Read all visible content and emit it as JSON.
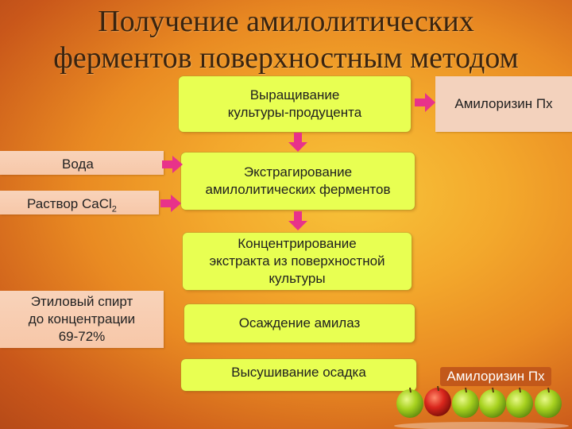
{
  "title": {
    "line1": "Получение амилолитических",
    "line2": "ферментов поверхностным методом"
  },
  "steps": {
    "cultivation_line1": "Выращивание",
    "cultivation_line2": "культуры-продуцента",
    "extraction_line1": "Экстрагирование",
    "extraction_line2": "амилолитических ферментов",
    "concentration_line1": "Концентрирование",
    "concentration_line2": "экстракта из поверхностной",
    "concentration_line3": "культуры",
    "precipitation": "Осаждение амилаз",
    "drying": "Высушивание осадка"
  },
  "inputs": {
    "water": "Вода",
    "cacl2_prefix": "Раствор CaCl",
    "cacl2_sub": "2",
    "ethanol_line1": "Этиловый спирт",
    "ethanol_line2": "до концентрации",
    "ethanol_line3": "69-72%"
  },
  "products": {
    "product_top": "Амилоризин Пх",
    "product_bottom": "Амилоризин Пх"
  },
  "colors": {
    "step_box": "#e8ff52",
    "input_box": "#f8d3ba",
    "arrow": "#e8328a",
    "apple_green": "#a7d21f",
    "apple_red": "#d9261c"
  }
}
